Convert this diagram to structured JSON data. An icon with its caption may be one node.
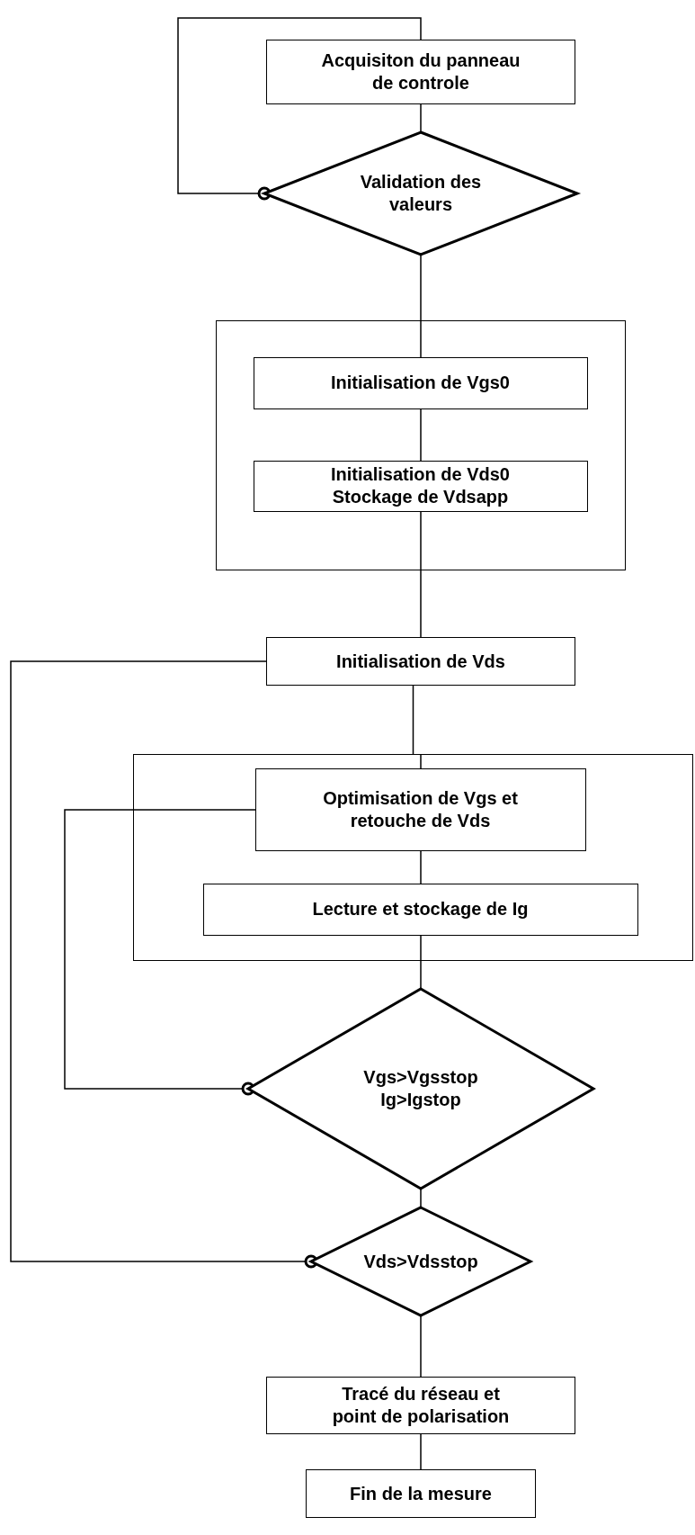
{
  "diagram": {
    "nodes": [
      {
        "text": [
          "Acquisiton du panneau de controle"
        ]
      },
      {
        "text": [
          "Validation des valeurs"
        ]
      },
      {
        "text": [],
        "shape": "box"
      },
      {
        "text": [
          "Initialisation de Vgs0"
        ],
        "in": 2
      },
      {
        "text": [
          "Initialisation de Vds0",
          "Stockage de Vdsapp"
        ],
        "in": 2
      },
      {
        "text": [
          "Initialisation de Vds"
        ]
      },
      {
        "text": [],
        "shape": "box"
      },
      {
        "text": [
          "Optimisation de Vgs et retouche de Vds"
        ],
        "in": 6
      },
      {
        "text": [
          "Lecture et stockage de Ig"
        ],
        "in": 6
      },
      {
        "text": [
          "Vgs>Vgsstop",
          "Ig>Igstop"
        ]
      },
      {
        "text": [
          "Vds>Vdsstop"
        ]
      },
      {
        "text": [
          "Tracé du réseau et point de polarisation"
        ]
      },
      {
        "text": [
          "Fin de la mesure"
        ]
      }
    ],
    "edges": [
      {
        "from": 0,
        "to": 1,
        "arrow": "none"
      },
      {
        "from": 1,
        "to": 0,
        "arrow": "other"
      },
      {
        "from": 1,
        "to": 2,
        "arrow": "none"
      },
      {
        "from": 2,
        "to": 3,
        "arrow": "none"
      },
      {
        "from": 3,
        "to": 4,
        "arrow": "none"
      },
      {
        "from": 4,
        "to": 2,
        "arrow": "none"
      },
      {
        "from": 2,
        "to": 5,
        "arrow": "none"
      },
      {
        "from": 5,
        "to": 6,
        "arrow": "none"
      },
      {
        "from": 6,
        "to": 7,
        "arrow": "none"
      },
      {
        "from": 7,
        "to": 8,
        "arrow": "none"
      },
      {
        "from": 8,
        "to": 6,
        "arrow": "none"
      },
      {
        "from": 6,
        "to": 9,
        "arrow": "none"
      },
      {
        "from": 9,
        "to": 7,
        "arrow": "other"
      },
      {
        "from": 9,
        "to": 10,
        "arrow": "none"
      },
      {
        "from": 10,
        "to": 5,
        "arrow": "other"
      },
      {
        "from": 10,
        "to": 11,
        "arrow": "none"
      },
      {
        "from": 11,
        "to": 12,
        "arrow": "none"
      }
    ]
  }
}
